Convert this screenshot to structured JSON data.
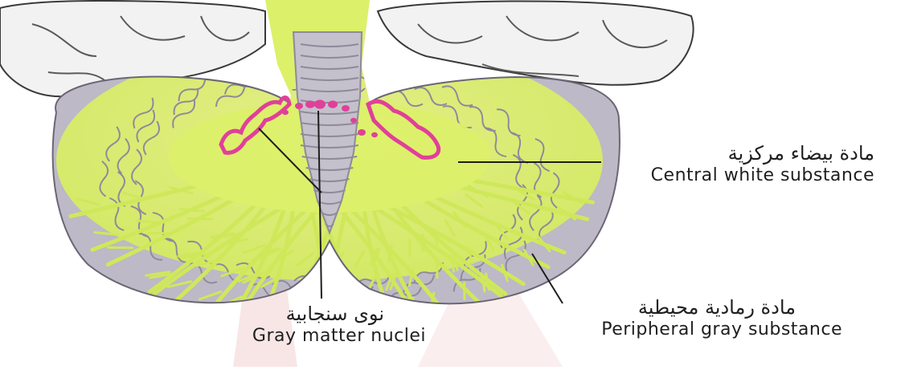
{
  "labels": {
    "central": {
      "ar": "مادة بيضاء مركزية",
      "en": "Central white substance"
    },
    "peripheral": {
      "ar": "مادة رمادية محيطية",
      "en": "Peripheral gray substance"
    },
    "gray_nuclei": {
      "ar": "نوى سنجابية",
      "en": "Gray matter nuclei"
    }
  },
  "colors": {
    "white_matter": "#dcf06a",
    "gray_matter": "#bcb8c4",
    "nuclei": "#e0409a",
    "cerebrum": "#f0f0f0",
    "watermark": "#f6dede"
  }
}
